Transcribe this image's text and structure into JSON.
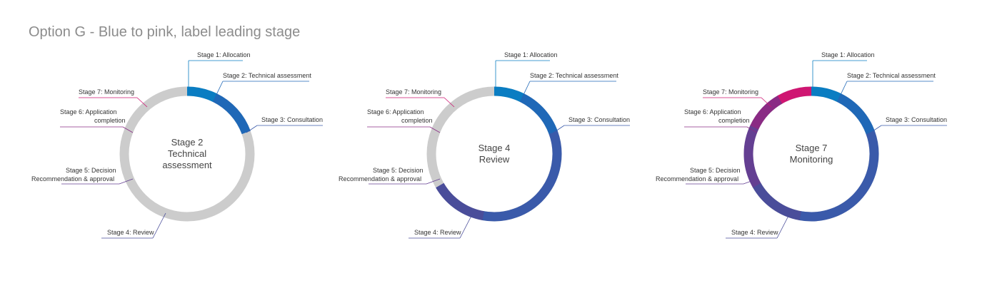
{
  "title": "Option G - Blue to pink, label leading stage",
  "colors": {
    "inactive": "#cccccc",
    "text": "#333333",
    "stages": [
      "#0a7dc2",
      "#1f68b7",
      "#3a5aaa",
      "#4a4d9a",
      "#643f92",
      "#8a2b84",
      "#cf1672"
    ]
  },
  "stage_labels": [
    [
      "Stage 1:  Allocation"
    ],
    [
      "Stage 2:  Technical assessment"
    ],
    [
      "Stage 3: Consultation"
    ],
    [
      "Stage 4: Review"
    ],
    [
      "Stage 5: Decision",
      "Recommendation & approval"
    ],
    [
      "Stage 6: Application",
      "completion"
    ],
    [
      "Stage 7: Monitoring"
    ]
  ],
  "diagrams": [
    {
      "active_stages": 2,
      "center_text": [
        "Stage 2",
        "Technical",
        "assessment"
      ]
    },
    {
      "active_stages": 4,
      "center_text": [
        "Stage 4",
        "Review"
      ]
    },
    {
      "active_stages": 7,
      "center_text": [
        "Stage 7",
        "Monitoring"
      ]
    }
  ]
}
